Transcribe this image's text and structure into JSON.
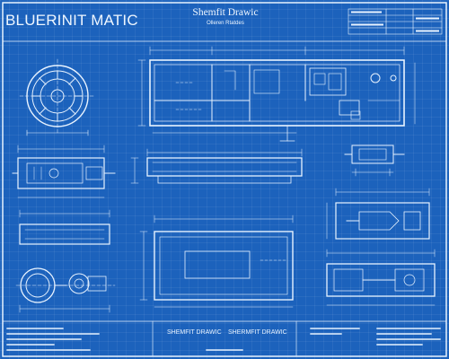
{
  "palette": {
    "paper": "#1c62bc",
    "ink": "#e8f3ff"
  },
  "title_block": {
    "title": "BLUERINIT MATIC",
    "sheet_title": "Shemfit Drawic",
    "sheet_subtitle": "Olleren Rtatdes"
  },
  "footer": {
    "left_block": "SHEMFIT DRAWIC",
    "center_block": "SHERMFIT DRAWIC"
  },
  "icons": [
    "wheel-section-icon",
    "flange-detail-icon",
    "round-fitting-icon",
    "cylinder-detail-icon"
  ]
}
